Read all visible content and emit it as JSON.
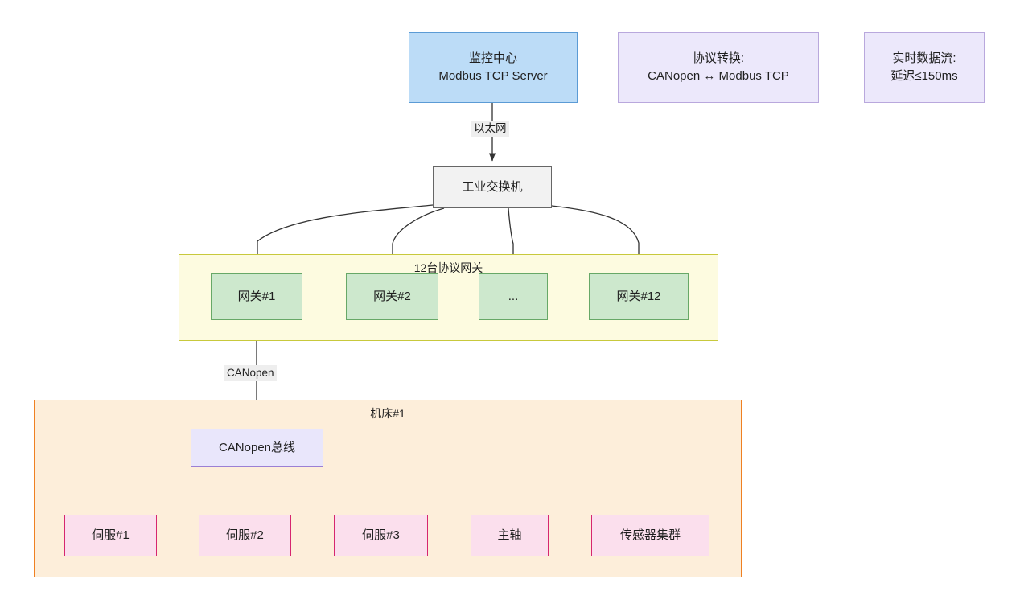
{
  "diagram": {
    "type": "flowchart",
    "title": "",
    "nodes": {
      "monitor": {
        "line1": "监控中心",
        "line2": "Modbus TCP Server",
        "fill": "#bcdcf7",
        "stroke": "#5b9bd5"
      },
      "note_convert": {
        "line1": "协议转换:",
        "line2": "CANopen ↔ Modbus TCP",
        "fill": "#ece8fb",
        "stroke": "#b9a8dd"
      },
      "note_latency": {
        "line1": "实时数据流:",
        "line2": "延迟≤150ms",
        "fill": "#ece8fb",
        "stroke": "#b9a8dd"
      },
      "switch": {
        "label": "工业交换机",
        "fill": "#f2f2f2",
        "stroke": "#666666"
      },
      "bus": {
        "label": "CANopen总线",
        "fill": "#e9e6fb",
        "stroke": "#9b7fd4"
      }
    },
    "groups": {
      "gateways": {
        "title": "12台协议网关",
        "fill": "#fdfbe0",
        "stroke": "#c8c93c"
      },
      "machine": {
        "title": "机床#1",
        "fill": "#fdeeda",
        "stroke": "#ef8022"
      }
    },
    "gateway_nodes": [
      {
        "label": "网关#1"
      },
      {
        "label": "网关#2"
      },
      {
        "label": "..."
      },
      {
        "label": "网关#12"
      }
    ],
    "device_nodes": [
      {
        "label": "伺服#1"
      },
      {
        "label": "伺服#2"
      },
      {
        "label": "伺服#3"
      },
      {
        "label": "主轴"
      },
      {
        "label": "传感器集群"
      }
    ],
    "edge_labels": {
      "ethernet": "以太网",
      "canopen": "CANopen"
    },
    "colors": {
      "edge_stroke": "#333333",
      "label_bg": "#eeeeee",
      "gateway_fill": "#cde8cd",
      "gateway_stroke": "#67a867",
      "device_fill": "#fbdfed",
      "device_stroke": "#d6266f"
    }
  }
}
